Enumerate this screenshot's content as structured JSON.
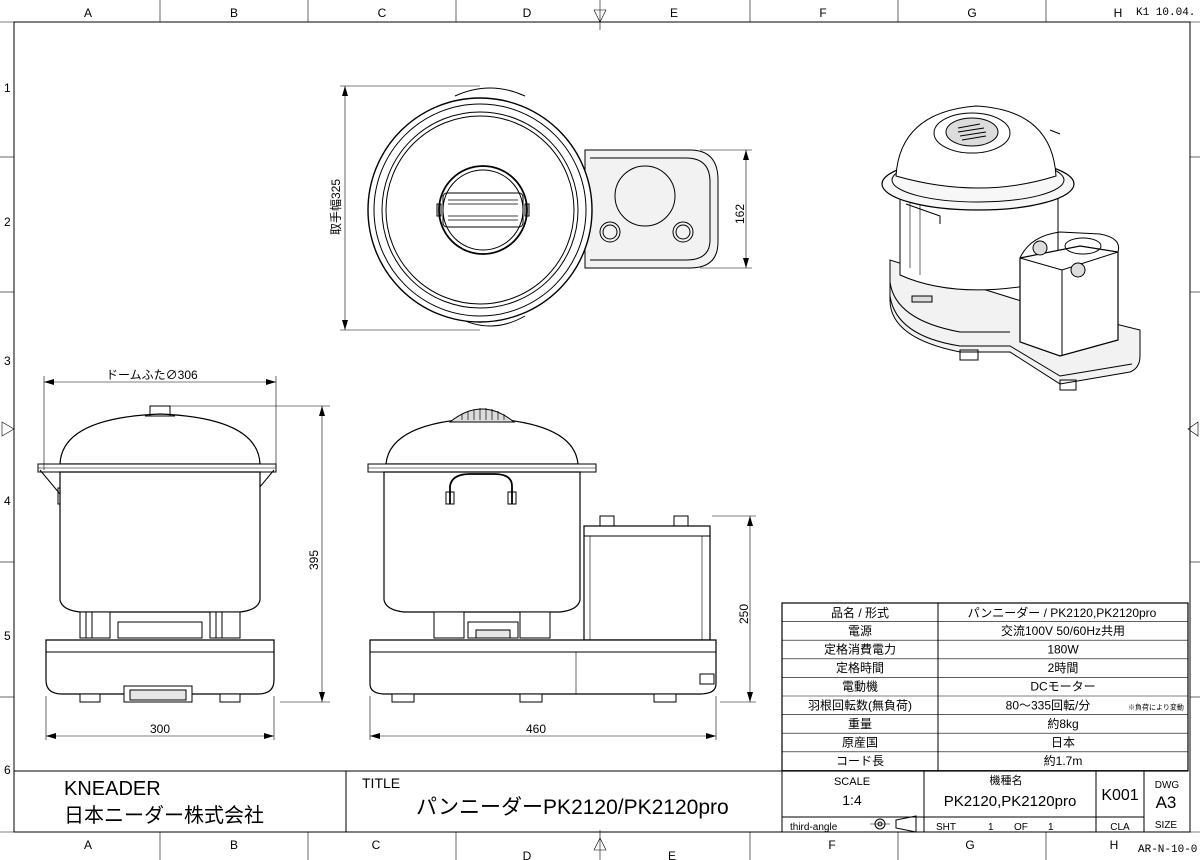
{
  "grid": {
    "cols_top": [
      "A",
      "B",
      "C",
      "D",
      "E",
      "F",
      "G",
      "H"
    ],
    "cols_bottom": [
      "A",
      "B",
      "C",
      "D",
      "E",
      "F",
      "G",
      "H"
    ],
    "rows": [
      "1",
      "2",
      "3",
      "4",
      "5",
      "6"
    ],
    "bottom_extra": [
      "D",
      "E"
    ]
  },
  "corner_top_right": "K1 10.04.",
  "corner_bottom_right": "AR-N-10-0",
  "dimensions": {
    "handle_width": "取手幅325",
    "depth_top": "162",
    "dome_lid": "ドームふた∅306",
    "height_total": "395",
    "width_front": "300",
    "width_side": "460",
    "height_motor": "250"
  },
  "specs": {
    "header": {
      "label": "品名 / 形式",
      "value": "パンニーダー / PK2120,PK2120pro"
    },
    "rows": [
      {
        "label": "電源",
        "value": "交流100V 50/60Hz共用",
        "note": ""
      },
      {
        "label": "定格消費電力",
        "value": "180W",
        "note": ""
      },
      {
        "label": "定格時間",
        "value": "2時間",
        "note": ""
      },
      {
        "label": "電動機",
        "value": "DCモーター",
        "note": ""
      },
      {
        "label": "羽根回転数(無負荷)",
        "value": "80〜335回転/分",
        "note": "※負荷により変動"
      },
      {
        "label": "重量",
        "value": "約8kg",
        "note": ""
      },
      {
        "label": "原産国",
        "value": "日本",
        "note": ""
      },
      {
        "label": "コード長",
        "value": "約1.7m",
        "note": ""
      }
    ]
  },
  "title_block": {
    "company_en": "KNEADER",
    "company_jp": "日本ニーダー株式会社",
    "title_label": "TITLE",
    "title": "パンニーダーPK2120/PK2120pro",
    "scale_label": "SCALE",
    "scale": "1:4",
    "projection": "third-angle",
    "model_label": "機種名",
    "model": "PK2120,PK2120pro",
    "sht_label": "SHT",
    "sht_value": "1",
    "of_label": "OF",
    "of_value": "1",
    "drawing_no": "K001",
    "cla_label": "CLA",
    "dwg_label": "DWG",
    "size_value": "A3",
    "size_label": "SIZE"
  }
}
